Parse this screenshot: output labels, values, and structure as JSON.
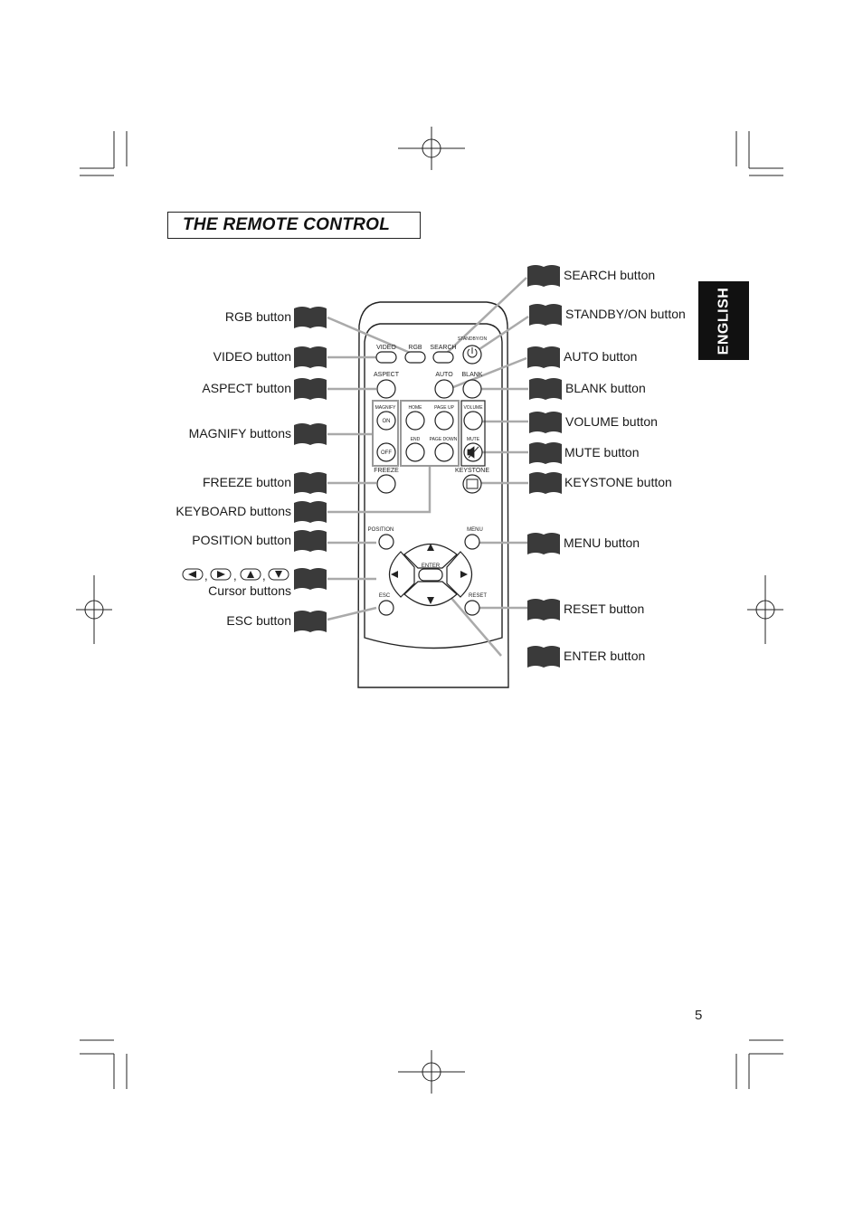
{
  "title": "THE REMOTE CONTROL",
  "language_tab": "ENGLISH",
  "page_number": "5",
  "left_labels": {
    "rgb": "RGB button",
    "video": "VIDEO button",
    "aspect": "ASPECT button",
    "magnify": "MAGNIFY buttons",
    "freeze": "FREEZE button",
    "keyboard": "KEYBOARD buttons",
    "position": "POSITION button",
    "cursor": "Cursor buttons",
    "esc": "ESC button"
  },
  "right_labels": {
    "search": "SEARCH button",
    "standby": "STANDBY/ON button",
    "auto": "AUTO button",
    "blank": "BLANK button",
    "volume": "VOLUME button",
    "mute": "MUTE button",
    "keystone": "KEYSTONE button",
    "menu": "MENU button",
    "reset": "RESET button",
    "enter": "ENTER button"
  },
  "remote_labels": {
    "video": "VIDEO",
    "rgb": "RGB",
    "search": "SEARCH",
    "standby": "STANDBY/ON",
    "aspect": "ASPECT",
    "auto": "AUTO",
    "blank": "BLANK",
    "magnify": "MAGNIFY",
    "on": "ON",
    "off": "OFF",
    "home": "HOME",
    "page_up": "PAGE UP",
    "end": "END",
    "page_down": "PAGE DOWN",
    "volume": "VOLUME",
    "mute": "MUTE",
    "freeze": "FREEZE",
    "keystone": "KEYSTONE",
    "position": "POSITION",
    "menu": "MENU",
    "enter": "ENTER",
    "esc": "ESC",
    "reset": "RESET"
  },
  "cursor_separator": ","
}
